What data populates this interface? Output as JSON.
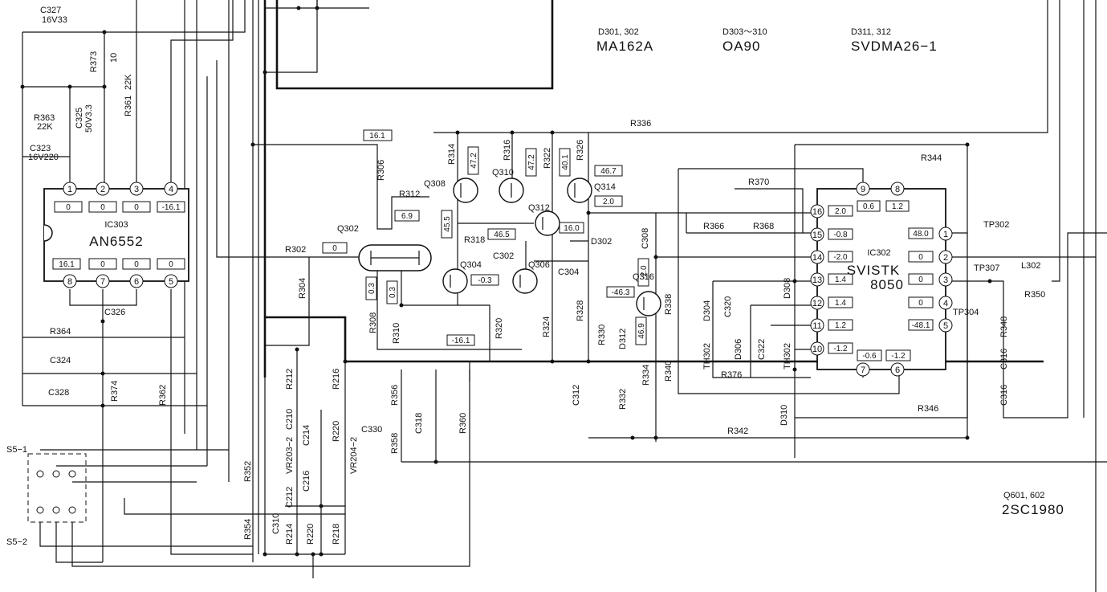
{
  "diode_notes": [
    {
      "ref": "D301, 302",
      "part": "MA162A"
    },
    {
      "ref": "D303〜310",
      "part": "OA90"
    },
    {
      "ref": "D311, 312",
      "part": "SVDMA26−1"
    }
  ],
  "transistor_note": {
    "ref": "Q601, 602",
    "part": "2SC1980"
  },
  "ic303": {
    "ref": "IC303",
    "part": "AN6552",
    "top_pins": [
      "1",
      "2",
      "3",
      "4"
    ],
    "top_voltages": [
      "0",
      "0",
      "0",
      "-16.1"
    ],
    "bottom_pins": [
      "8",
      "7",
      "6",
      "5"
    ],
    "bottom_voltages": [
      "16.1",
      "0",
      "0",
      "0"
    ]
  },
  "ic302": {
    "ref": "IC302",
    "part": "SVISTK",
    "part2": "8050",
    "left_pins": [
      "16",
      "15",
      "14",
      "13",
      "12",
      "11",
      "10"
    ],
    "left_voltages": [
      "2.0",
      "-0.8",
      "-2.0",
      "1.4",
      "1.4",
      "1.2",
      "-1.2"
    ],
    "top_pins": [
      "9",
      "8"
    ],
    "top_voltages": [
      "0.6",
      "1.2"
    ],
    "right_pins": [
      "1",
      "2",
      "3",
      "4",
      "5"
    ],
    "right_voltages": [
      "48.0",
      "0",
      "0",
      "0",
      "-48.1"
    ],
    "bottom_pins": [
      "7",
      "6"
    ],
    "bottom_voltages": [
      "-0.6",
      "-1.2"
    ]
  },
  "voltages": {
    "v_q302_top": "16.1",
    "v_r312": "6.9",
    "v_q302_in": "0",
    "v_q302_a": "0.3",
    "v_q302_b": "0.3",
    "v_q308": "47.2",
    "v_q310": "47.2",
    "v_q308_e": "45.5",
    "v_r318": "46.5",
    "v_q304": "-0.3",
    "v_r320": "-16.1",
    "v_q312": "16.0",
    "v_r322": "40.1",
    "v_q314": "46.7",
    "v_q314_e": "2.0",
    "v_q316": "-46.3",
    "v_q316_b": "-2.0",
    "v_q316_c": "46.9"
  },
  "labels": {
    "c327": "C327",
    "c327v": "16V33",
    "r373": "R373",
    "r373v": "10",
    "r363": "R363",
    "r363v": "22K",
    "c325": "C325",
    "c325v": "50V3.3",
    "c323": "C323",
    "c323v": "16V220",
    "r361": "R361",
    "r361v": "22K",
    "c326": "C326",
    "r364": "R364",
    "c324": "C324",
    "c328": "C328",
    "r374": "R374",
    "r362": "R362",
    "s51": "S5−1",
    "s52": "S5−2",
    "r302": "R302",
    "r304": "R304",
    "q302": "Q302",
    "r306": "R306",
    "r312": "R312",
    "r308": "R308",
    "r310": "R310",
    "r320": "R320",
    "q308": "Q308",
    "q310": "Q310",
    "r314": "R314",
    "r316": "R316",
    "q304": "Q304",
    "q306": "Q306",
    "r318": "R318",
    "c302": "C302",
    "q312": "Q312",
    "r322": "R322",
    "r326": "R326",
    "q314": "Q314",
    "d302": "D302",
    "c304": "C304",
    "r324": "R324",
    "r328": "R328",
    "r336": "R336",
    "c308": "C308",
    "q316": "Q316",
    "r330": "R330",
    "d312": "D312",
    "r332": "R332",
    "r334": "R334",
    "r338": "R338",
    "r340": "R340",
    "c312": "C312",
    "r370": "R370",
    "r366": "R366",
    "r368": "R368",
    "r344": "R344",
    "d304": "D304",
    "c320": "C320",
    "d308": "D308",
    "th302a": "TH302",
    "d306": "D306",
    "c322": "C322",
    "th302b": "TH302",
    "r376": "R376",
    "d310": "D310",
    "r346": "R346",
    "r342": "R342",
    "tp302": "TP302",
    "tp307": "TP307",
    "tp304": "TP304",
    "l302": "L302",
    "r350": "R350",
    "r348": "R348",
    "c316a": "C316",
    "c316b": "C316",
    "r212": "R212",
    "c210": "C210",
    "c214": "C214",
    "vr203": "VR203−2",
    "r220a": "R220",
    "vr204": "VR204−2",
    "r216": "R216",
    "c212": "C212",
    "c216": "C216",
    "r214": "R214",
    "r220b": "R220",
    "r218": "R218",
    "c330": "C330",
    "r356": "R356",
    "r358": "R358",
    "c318": "C318",
    "r360": "R360",
    "r352": "R352",
    "r354": "R354",
    "c310": "C310"
  }
}
